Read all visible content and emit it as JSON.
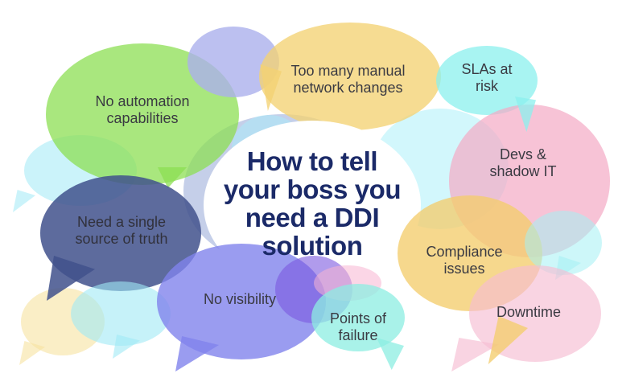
{
  "figure": {
    "title": "How to tell\nyour boss you\nneed a DDI\nsolution",
    "title_color": "#1b2a68",
    "label_color": "#3a3a42",
    "background_color": "#ffffff"
  },
  "bubbles": [
    {
      "id": "no-automation",
      "label": "No automation\ncapabilities",
      "color": "#a9e77e"
    },
    {
      "id": "manual-changes",
      "label": "Too many manual\nnetwork changes",
      "color": "#f6dc92"
    },
    {
      "id": "slas",
      "label": "SLAs at\nrisk",
      "color": "#a8f4f2"
    },
    {
      "id": "devs-shadow-it",
      "label": "Devs &\nshadow IT",
      "color": "#f6c3d6"
    },
    {
      "id": "single-source",
      "label": "Need a single\nsource of truth",
      "color": "#5d6b9d"
    },
    {
      "id": "no-visibility",
      "label": "No visibility",
      "color": "#9a9cf0"
    },
    {
      "id": "points-of-failure",
      "label": "Points of\nfailure",
      "color": "#a9f2e9"
    },
    {
      "id": "compliance",
      "label": "Compliance\nissues",
      "color": "#f6d88d"
    },
    {
      "id": "downtime",
      "label": "Downtime",
      "color": "#f9d4e2"
    }
  ]
}
